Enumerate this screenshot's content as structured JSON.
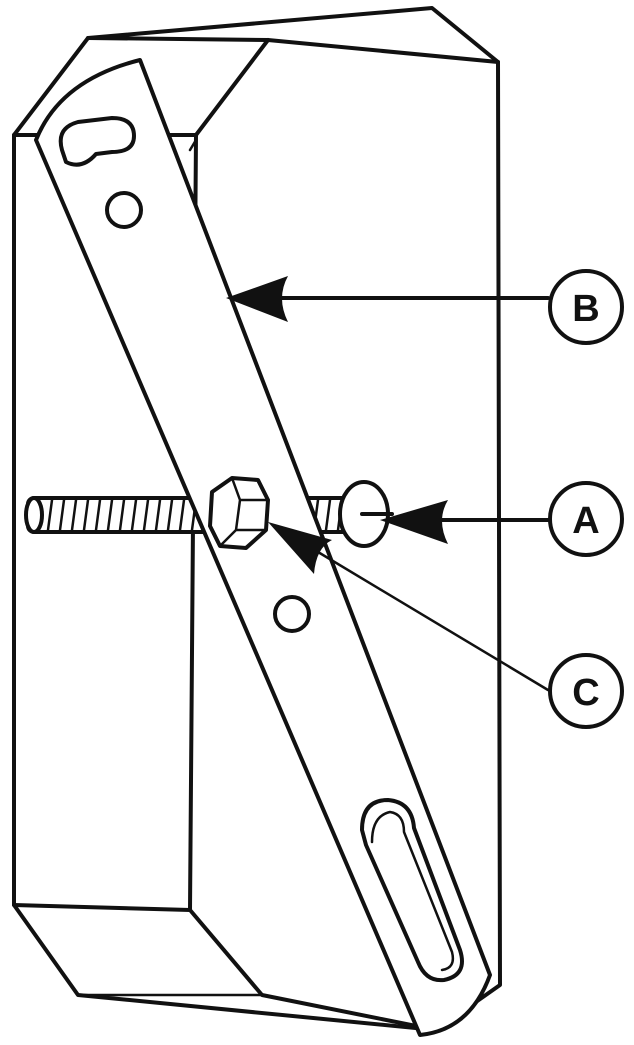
{
  "callouts": {
    "a": {
      "letter": "A"
    },
    "b": {
      "letter": "B"
    },
    "c": {
      "letter": "C"
    }
  },
  "colors": {
    "ink": "#111111",
    "paper": "#ffffff"
  }
}
